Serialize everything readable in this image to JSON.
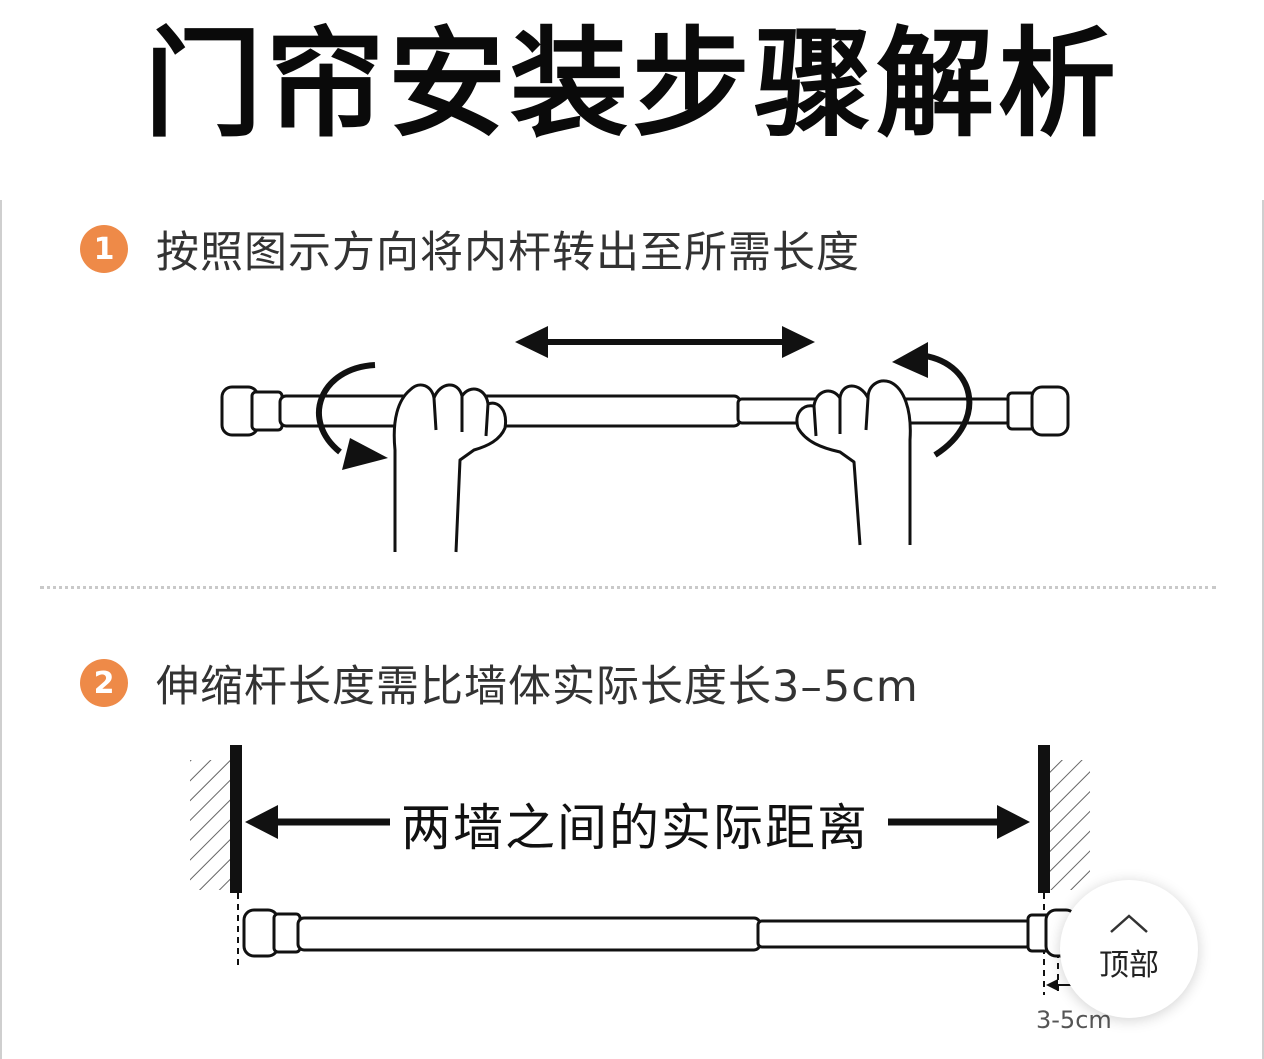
{
  "title": "门帘安装步骤解析",
  "steps": [
    {
      "number": "1",
      "text": "按照图示方向将内杆转出至所需长度"
    },
    {
      "number": "2",
      "text": "伸缩杆长度需比墙体实际长度长3–5cm"
    }
  ],
  "diagram": {
    "distance_label": "两墙之间的实际距离",
    "gap_label": "3-5cm"
  },
  "back_to_top": {
    "label": "顶部"
  },
  "colors": {
    "accent": "#ee8a48",
    "line": "#111111"
  }
}
